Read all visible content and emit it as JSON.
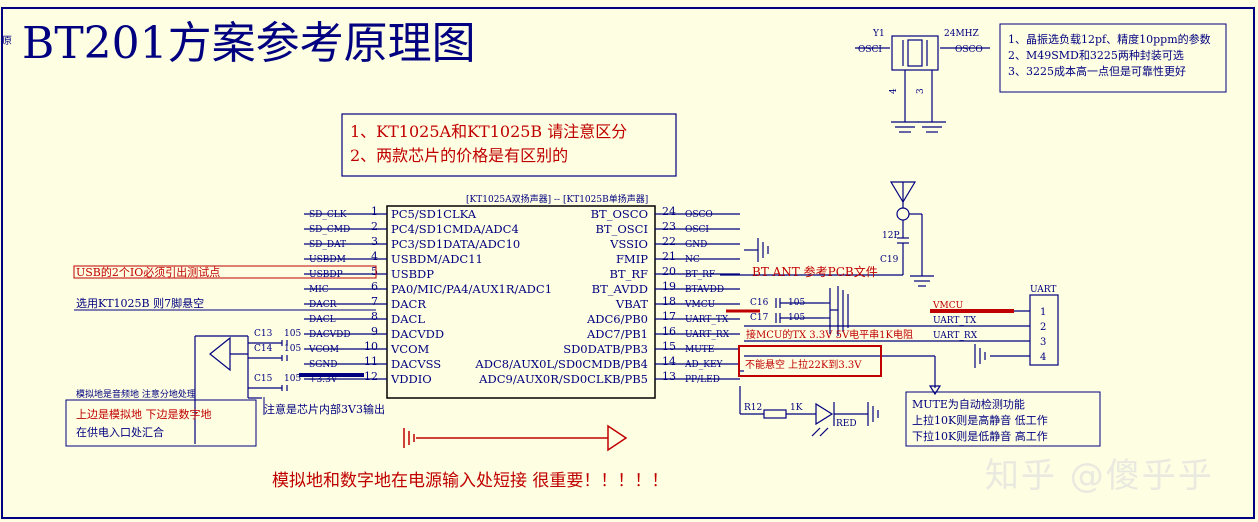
{
  "title": "BT201方案参考原理图",
  "corner_text": "原",
  "warning_box": [
    "1、KT1025A和KT1025B   请注意区分",
    "2、两款芯片的价格是有区别的"
  ],
  "crystal": {
    "ref": "Y1",
    "freq": "24MHZ",
    "left_net": "OSCI",
    "right_net": "OSCO",
    "pin_left": "4",
    "pin_right": "3",
    "notes": [
      "1、晶振选负载12pf、精度10ppm的参数",
      "2、M49SMD和3225两种封装可选",
      "3、3225成本高一点但是可靠性更好"
    ]
  },
  "chip": {
    "label": "[KT1025A双扬声器] -- [KT1025B单扬声器]",
    "left_pins": [
      {
        "num": "1",
        "name": "PC5/SD1CLKA",
        "net": "SD_CLK"
      },
      {
        "num": "2",
        "name": "PC4/SD1CMDA/ADC4",
        "net": "SD_CMD"
      },
      {
        "num": "3",
        "name": "PC3/SD1DATA/ADC10",
        "net": "SD_DAT"
      },
      {
        "num": "4",
        "name": "USBDM/ADC11",
        "net": "USBDM"
      },
      {
        "num": "5",
        "name": "USBDP",
        "net": "USBDP"
      },
      {
        "num": "6",
        "name": "PA0/MIC/PA4/AUX1R/ADC1",
        "net": "MIC"
      },
      {
        "num": "7",
        "name": "DACR",
        "net": "DACR"
      },
      {
        "num": "8",
        "name": "DACL",
        "net": "DACL"
      },
      {
        "num": "9",
        "name": "DACVDD",
        "net": "DACVDD"
      },
      {
        "num": "10",
        "name": "VCOM",
        "net": "VCOM"
      },
      {
        "num": "11",
        "name": "DACVSS",
        "net": "SGND"
      },
      {
        "num": "12",
        "name": "VDDIO",
        "net": "+3.3V"
      }
    ],
    "right_pins": [
      {
        "num": "24",
        "name": "BT_OSCO",
        "net": "OSCO"
      },
      {
        "num": "23",
        "name": "BT_OSCI",
        "net": "OSCI"
      },
      {
        "num": "22",
        "name": "VSSIO",
        "net": "GND"
      },
      {
        "num": "21",
        "name": "FMIP",
        "net": "NC"
      },
      {
        "num": "20",
        "name": "BT_RF",
        "net": "BT_RF"
      },
      {
        "num": "19",
        "name": "BT_AVDD",
        "net": "BTAVDD"
      },
      {
        "num": "18",
        "name": "VBAT",
        "net": "VMCU"
      },
      {
        "num": "17",
        "name": "ADC6/PB0",
        "net": "UART_TX"
      },
      {
        "num": "16",
        "name": "ADC7/PB1",
        "net": "UART_RX"
      },
      {
        "num": "15",
        "name": "SD0DATB/PB3",
        "net": "MUTE"
      },
      {
        "num": "14",
        "name": "ADC8/AUX0L/SD0CMDB/PB4",
        "net": "AD_KEY"
      },
      {
        "num": "13",
        "name": "ADC9/AUX0R/SD0CLKB/PB5",
        "net": "PP/LED"
      }
    ]
  },
  "left_caps": [
    {
      "ref": "C13",
      "val": "105"
    },
    {
      "ref": "C14",
      "val": "105"
    },
    {
      "ref": "C15",
      "val": "105"
    }
  ],
  "right_caps": [
    {
      "ref": "C16",
      "val": "105"
    },
    {
      "ref": "C17",
      "val": "105"
    }
  ],
  "rf": {
    "cap": "C19",
    "val": "12P",
    "note": "BT ANT 参考PCB文件"
  },
  "uart": {
    "title": "UART",
    "nets": [
      "VMCU",
      "UART_TX",
      "UART_RX"
    ],
    "pins": [
      "1",
      "2",
      "3",
      "4"
    ]
  },
  "annotations": {
    "usb_note": "USB的2个IO必须引出测试点",
    "kt1025b_note": "选用KT1025B 则7脚悬空",
    "analog_gnd": "模拟地是音频地  注意分地处理",
    "gnd_note1": "上边是模拟地  下边是数字地",
    "gnd_note2": "在供电入口处汇合",
    "chip_3v3": "注意是芯片内部3V3输出",
    "uart_rx_note": "接MCU的TX 3.3V  5V电平串1K电阻",
    "adkey_note": "不能悬空  上拉22K到3.3V",
    "mute_note1": "MUTE为自动检测功能",
    "mute_note2": "上拉10K则是高静音   低工作",
    "mute_note3": "下拉10K则是低静音   高工作",
    "ground_note": "模拟地和数字地在电源输入处短接    很重要！！！！！"
  },
  "led": {
    "res_ref": "R12",
    "res_val": "1K",
    "label": "RED"
  },
  "watermark": "知乎 @傻乎乎",
  "colors": {
    "wire": "#000080",
    "text": "#000080",
    "red": "#c00000",
    "bg": "#fefee2",
    "border": "#000080",
    "dark": "#000000"
  }
}
